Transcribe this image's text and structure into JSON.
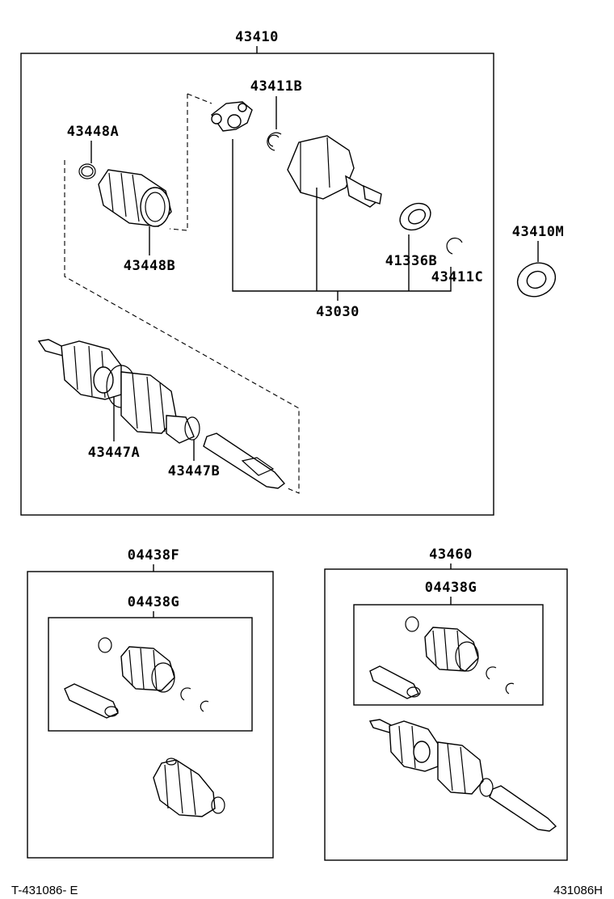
{
  "labels": {
    "l43410": "43410",
    "l43411B": "43411B",
    "l43448A": "43448A",
    "l43448B": "43448B",
    "l41336B": "41336B",
    "l43411C": "43411C",
    "l43030": "43030",
    "l43410M": "43410M",
    "l43447A": "43447A",
    "l43447B": "43447B",
    "l04438F": "04438F",
    "l04438G_left": "04438G",
    "l43460": "43460",
    "l04438G_right": "04438G"
  },
  "footer": {
    "left": "T-431086- E",
    "right": "431086H"
  }
}
